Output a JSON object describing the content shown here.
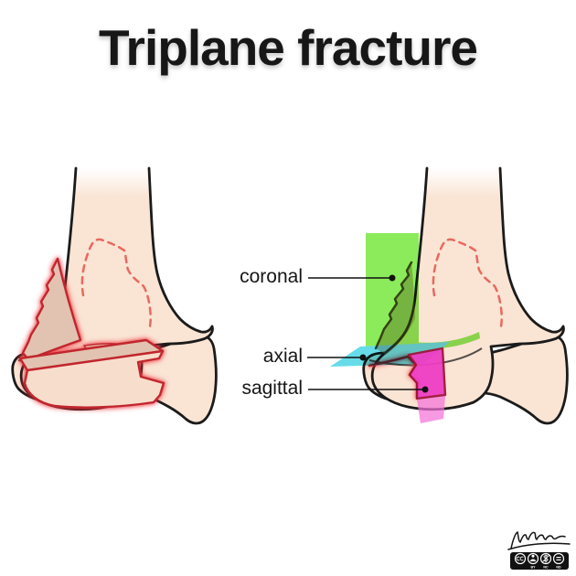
{
  "title": "Triplane fracture",
  "plane_labels": {
    "coronal": "coronal",
    "axial": "axial",
    "sagittal": "sagittal"
  },
  "colors": {
    "bone_fill": "#FAE4D4",
    "bone_outline": "#1B1B1B",
    "fragment_fill": "#E2C2B0",
    "fragment_front_fill": "#F7DDCC",
    "fracture_red": "#C1272D",
    "fracture_dashed": "#E9685F",
    "coronal_green": "#8CEB5A",
    "axial_cyan": "#66DCE9",
    "sagittal_magenta": "#EF3EC6",
    "sagittal_magenta_light": "#F471D8"
  },
  "attribution": {
    "signature": "Lustosa",
    "license": "CC BY-NC-ND",
    "badge_letters": [
      "BY",
      "NC",
      "ND"
    ]
  }
}
